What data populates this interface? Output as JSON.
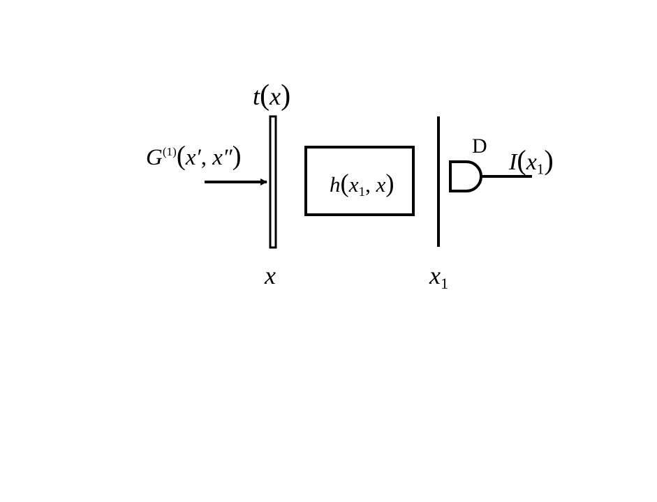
{
  "labels": {
    "mask_function": {
      "symbol": "t",
      "arg": "x"
    },
    "input_correlation": {
      "symbol": "G",
      "order": "(1)",
      "arg1": "x′",
      "arg2": "x″"
    },
    "propagator": {
      "symbol": "h",
      "arg1": "x",
      "arg1_sub": "1",
      "arg2": "x"
    },
    "detector": "D",
    "intensity": {
      "symbol": "I",
      "arg": "x",
      "arg_sub": "1"
    },
    "mask_plane": "x",
    "detector_plane": {
      "symbol": "x",
      "sub": "1"
    }
  }
}
